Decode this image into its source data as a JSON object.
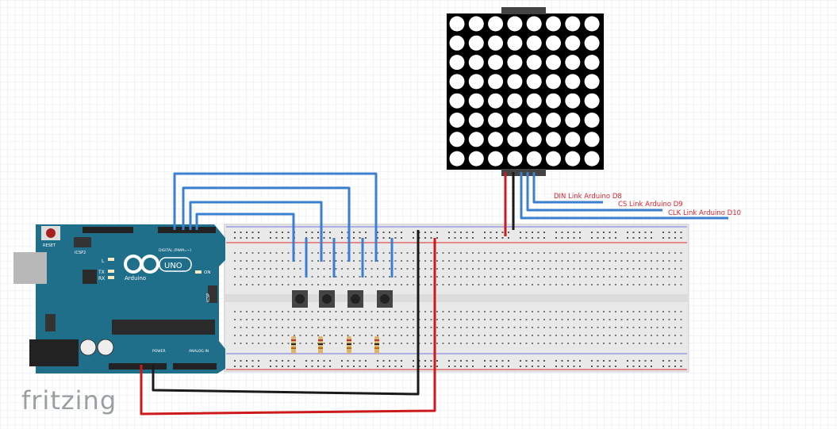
{
  "labels": {
    "din": "DIN Link Arduino D8",
    "cs": "CS Link Arduino D9",
    "clk": "CLK Link Arduino D10"
  },
  "arduino": {
    "reset": "RESET",
    "icsp2": "ICSP2",
    "digital": "DIGITAL (PWM=~)",
    "brand": "Arduino",
    "model": "UNO",
    "led_l": "L",
    "led_tx": "TX",
    "led_rx": "RX",
    "on": "ON",
    "icsp": "ICSP",
    "power": "POWER",
    "analog": "ANALOG IN"
  },
  "logo": "fritzing",
  "colors": {
    "arduino": "#1f6f8b",
    "wire_blue": "#3b7fd0",
    "wire_red": "#cc1a1a",
    "wire_black": "#1a1a1a",
    "breadboard": "#e8e8e8",
    "grid": "#e3e6ee"
  }
}
